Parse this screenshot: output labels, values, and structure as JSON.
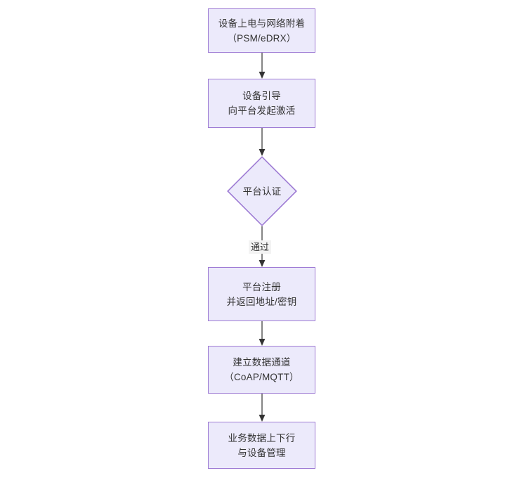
{
  "diagram": {
    "type": "flowchart",
    "orientation": "top-to-bottom",
    "background_color": "#FFFFFF",
    "node_fill_color": "#ECEAFB",
    "node_border_color": "#9E7BD4",
    "text_color": "#333333",
    "edge_color": "#333333",
    "nodes": [
      {
        "id": "n1",
        "shape": "rectangle",
        "lines": [
          "设备上电与网络附着",
          "（PSM/eDRX）"
        ]
      },
      {
        "id": "n2",
        "shape": "rectangle",
        "lines": [
          "设备引导",
          "向平台发起激活"
        ]
      },
      {
        "id": "n3",
        "shape": "diamond",
        "lines": [
          "平台认证"
        ]
      },
      {
        "id": "n4",
        "shape": "rectangle",
        "lines": [
          "平台注册",
          "并返回地址/密钥"
        ]
      },
      {
        "id": "n5",
        "shape": "rectangle",
        "lines": [
          "建立数据通道",
          "（CoAP/MQTT）"
        ]
      },
      {
        "id": "n6",
        "shape": "rectangle",
        "lines": [
          "业务数据上下行",
          "与设备管理"
        ]
      }
    ],
    "edges": [
      {
        "id": "e1",
        "from": "n1",
        "to": "n2",
        "label": ""
      },
      {
        "id": "e2",
        "from": "n2",
        "to": "n3",
        "label": ""
      },
      {
        "id": "e3",
        "from": "n3",
        "to": "n4",
        "label": "通过"
      },
      {
        "id": "e4",
        "from": "n4",
        "to": "n5",
        "label": ""
      },
      {
        "id": "e5",
        "from": "n5",
        "to": "n6",
        "label": ""
      }
    ]
  }
}
